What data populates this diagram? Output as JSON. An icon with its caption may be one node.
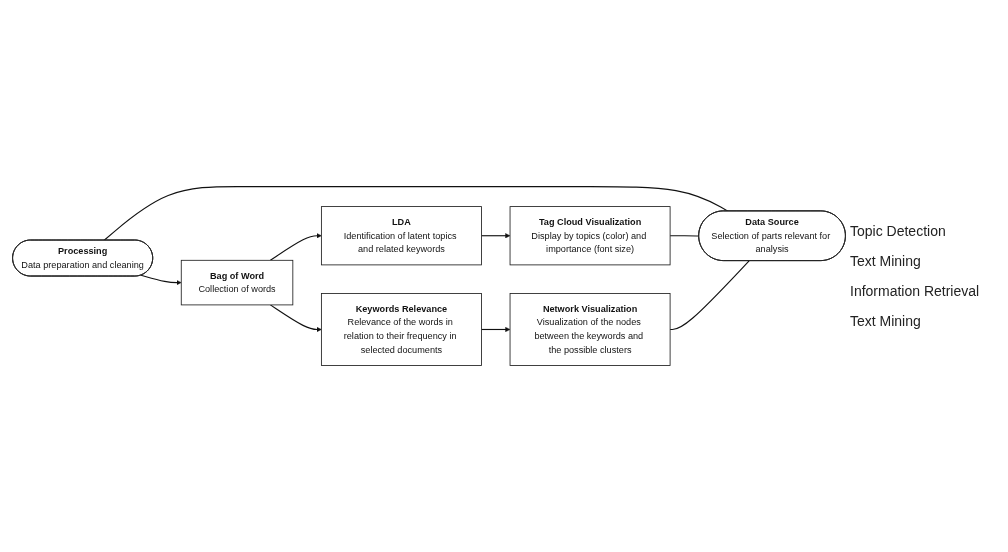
{
  "diagram": {
    "nodes": [
      {
        "text": [
          "Bag of Word",
          "Collection of words"
        ]
      },
      {
        "text": [
          "LDA",
          "Identification of latent topics and related keywords"
        ]
      },
      {
        "text": [
          "Tag Cloud Visualization",
          "Display by topics (color) and importance (font size)"
        ]
      },
      {
        "text": [
          "Keywords Relevance",
          "Relevance of the words in relation to their frequency in selected documents"
        ]
      },
      {
        "text": [
          "Processing",
          "Data preparation and cleaning"
        ]
      },
      {
        "text": [
          "Network Visualization",
          "Visualization of the nodes between the keywords and the possible clusters"
        ]
      },
      {
        "text": [
          "Data Source",
          "Selection of parts relevant for analysis"
        ]
      }
    ],
    "edges": [
      {
        "from": 0,
        "to": 1,
        "arrow": "to"
      },
      {
        "from": 1,
        "to": 2,
        "arrow": "to"
      },
      {
        "from": 0,
        "to": 3,
        "arrow": "to"
      },
      {
        "from": 3,
        "to": 5,
        "arrow": "to"
      },
      {
        "from": 4,
        "to": 0,
        "arrow": "to"
      },
      {
        "from": 4,
        "to": 6,
        "arrow": "none"
      },
      {
        "from": 2,
        "to": 6,
        "arrow": "none"
      },
      {
        "from": 5,
        "to": 6,
        "arrow": "none"
      }
    ],
    "labels": [
      "Topic Detection",
      "Text Mining",
      "Information Retrieval",
      "Text Mining"
    ]
  }
}
